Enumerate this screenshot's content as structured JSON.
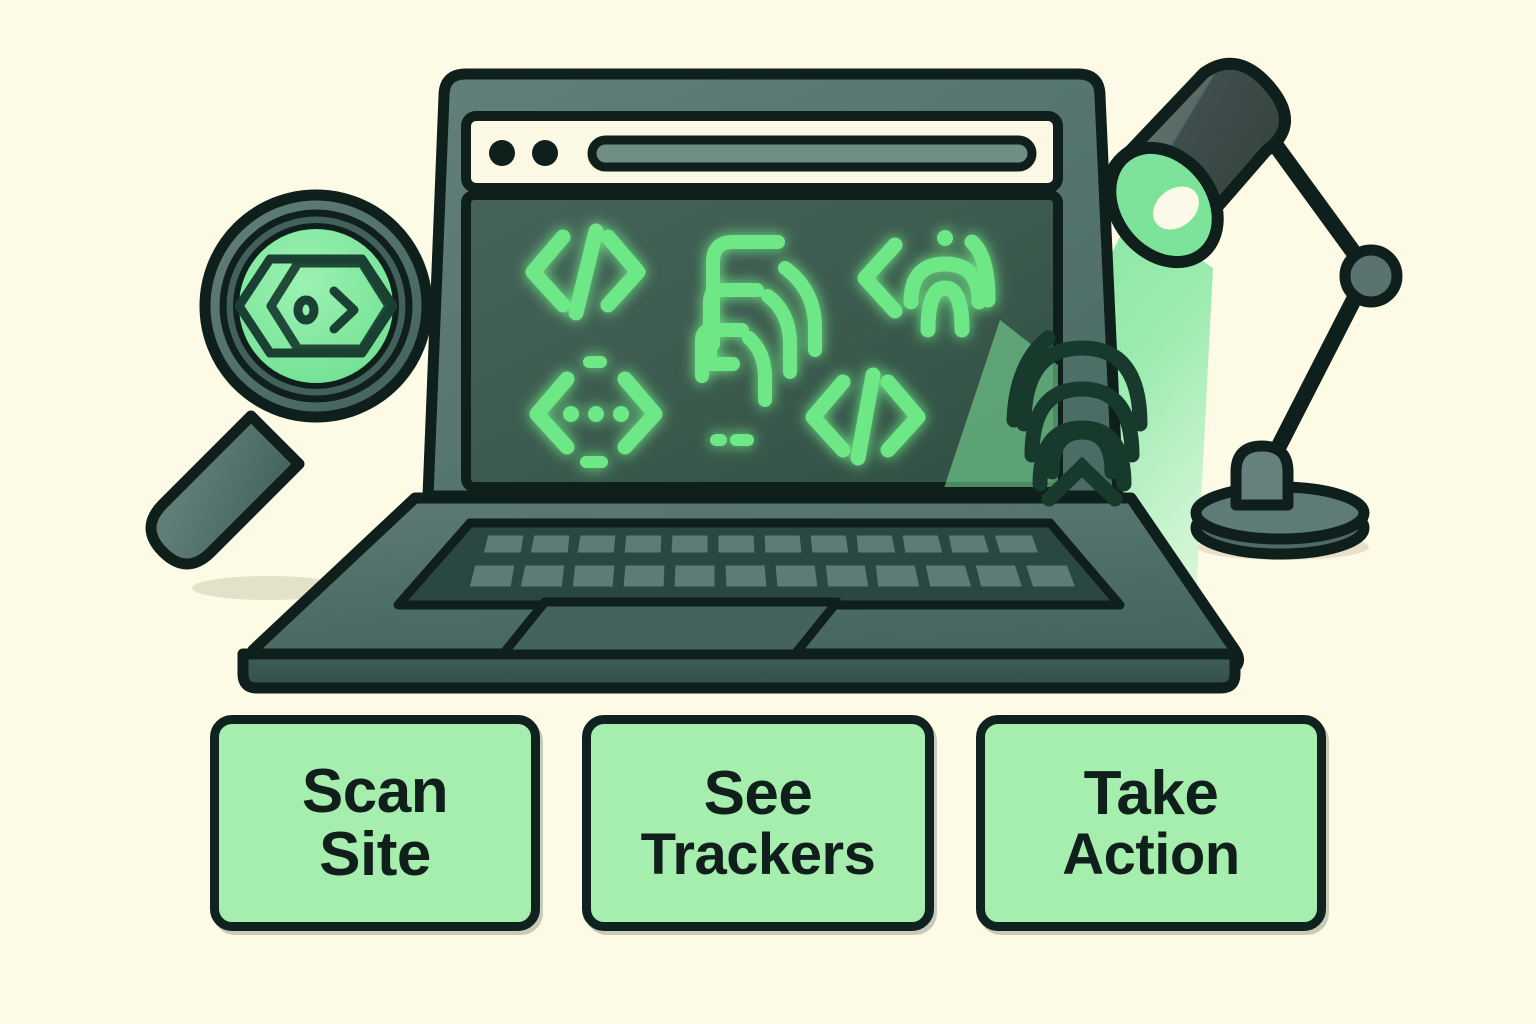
{
  "scene": {
    "title": "Website tracker scanner illustration",
    "background_color": "#fdfbe6",
    "accent_green": "#a5eeae",
    "bright_green": "#6ee787",
    "dark_ink": "#10221f",
    "device_body": "#51706a",
    "screen_color": "#3a5a4c"
  },
  "browser": {
    "chrome_color": "#fbf8e4",
    "dots": [
      "window-dot-1",
      "window-dot-2"
    ],
    "address_bar_value": "",
    "address_bar_placeholder": ""
  },
  "screen_icons": [
    {
      "name": "code-brackets-icon",
      "glyph": "</>",
      "row": 1,
      "col": 1
    },
    {
      "name": "fingerprint-scan-icon",
      "glyph": "fingerprint",
      "row": 1,
      "col": 2
    },
    {
      "name": "bracket-fingerprint-icon",
      "glyph": "<fingerprint",
      "row": 1,
      "col": 3
    },
    {
      "name": "bracket-dots-icon",
      "glyph": "<...>",
      "row": 2,
      "col": 1
    },
    {
      "name": "ellipsis-dashes-icon",
      "glyph": "..",
      "row": 2,
      "col": 2
    },
    {
      "name": "code-brackets-icon-2",
      "glyph": "</>",
      "row": 2,
      "col": 3
    }
  ],
  "magnifier": {
    "name": "magnifying-glass",
    "lens_color": "#7ae69a",
    "inner_icon": "privacy-eye-icon"
  },
  "lamp": {
    "name": "desk-lamp",
    "shade_color": "#4e5f5c",
    "beam_color": "#7fe39a",
    "bulb_color": "#fbfae8"
  },
  "beam_fingerprint": {
    "name": "beam-fingerprint-icon",
    "color": "#173a2c"
  },
  "buttons": [
    {
      "id": "scan-site",
      "line1": "Scan",
      "line2": "Site"
    },
    {
      "id": "see-trackers",
      "line1": "See",
      "line2": "Trackers"
    },
    {
      "id": "take-action",
      "line1": "Take",
      "line2": "Action"
    }
  ]
}
